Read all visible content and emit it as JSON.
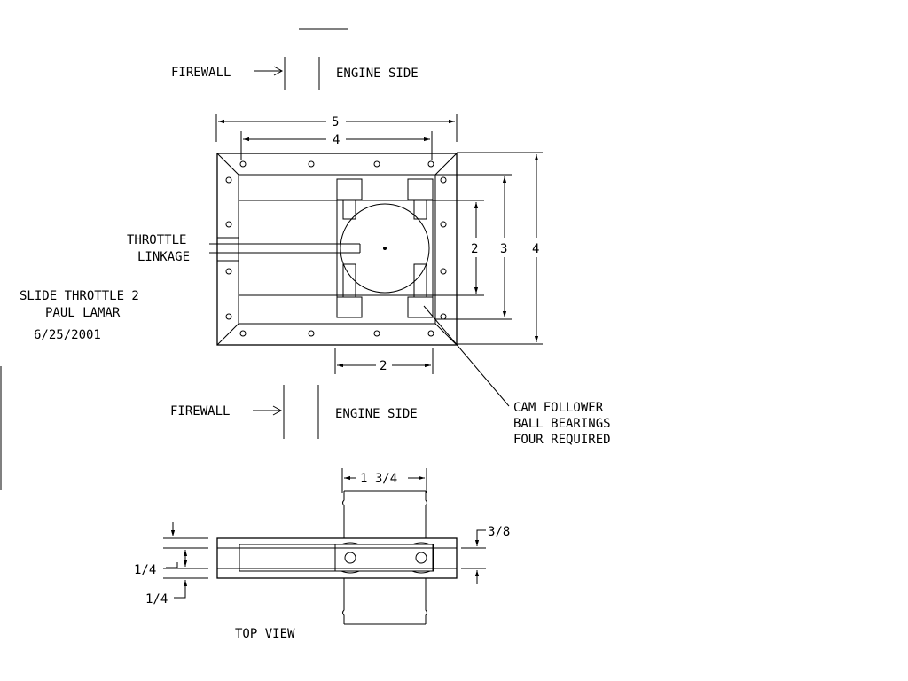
{
  "labels": {
    "firewall_top": "FIREWALL",
    "engine_side_top": "ENGINE SIDE",
    "firewall_bottom": "FIREWALL",
    "engine_side_bottom": "ENGINE SIDE",
    "throttle_line1": "THROTTLE",
    "throttle_line2": "LINKAGE",
    "title_line1": "SLIDE THROTTLE 2",
    "title_line2": "PAUL LAMAR",
    "date": "6/25/2001",
    "cam_line1": "CAM FOLLOWER",
    "cam_line2": "BALL BEARINGS",
    "cam_line3": "FOUR REQUIRED",
    "top_view": "TOP VIEW"
  },
  "dimensions": {
    "outer_width": "5",
    "hole_spacing": "4",
    "slot_height": "2",
    "inner_height": "3",
    "outer_height": "4",
    "bottom_width": "2",
    "tube_width": "1 3/4",
    "plate_gap": "3/8",
    "thickness_upper": "1/4",
    "thickness_lower": "1/4"
  }
}
